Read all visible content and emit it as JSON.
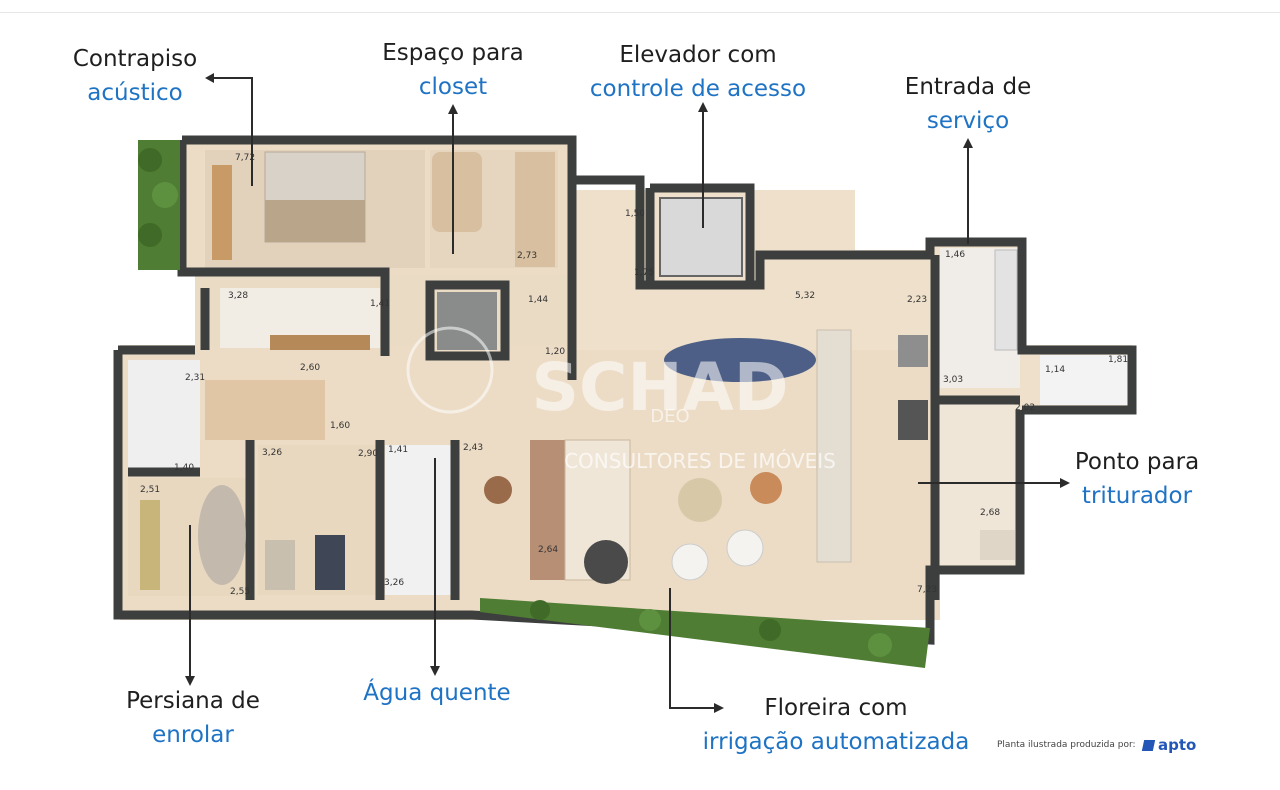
{
  "callouts": {
    "contrapiso": {
      "line1": "Contrapiso",
      "line2": "acústico"
    },
    "closet": {
      "line1": "Espaço para",
      "line2": "closet"
    },
    "elevador": {
      "line1": "Elevador com",
      "line2": "controle de acesso"
    },
    "servico": {
      "line1": "Entrada de",
      "line2": "serviço"
    },
    "triturador": {
      "line1": "Ponto para",
      "line2": "triturador"
    },
    "persiana": {
      "line1": "Persiana de",
      "line2": "enrolar"
    },
    "agua": {
      "line1": "Água quente"
    },
    "floreira": {
      "line1": "Floreira com",
      "line2": "irrigação automatizada"
    }
  },
  "dimensions": [
    "7,72",
    "2,73",
    "1,50",
    "1,75",
    "5,32",
    "2,23",
    "1,46",
    "3,03",
    "1,81",
    "1,14",
    "2,02",
    "3,28",
    "1,41",
    "1,44",
    "1,20",
    "2,31",
    "2,60",
    "1,40",
    "1,60",
    "2,43",
    "3,26",
    "2,90",
    "1,41",
    "2,51",
    "2,55",
    "3,26",
    "2,64",
    "2,68",
    "7,23"
  ],
  "watermark": {
    "brand": "SCHAD",
    "sub": "CONSULTORES DE IMÓVEIS",
    "small": "DEO"
  },
  "credit": {
    "text": "Planta ilustrada produzida por:",
    "brand": "apto"
  },
  "colors": {
    "wall": "#3d3f3f",
    "floor": "#ecdcc6",
    "wood": "#d7b38c",
    "plant": "#4f7d33",
    "accent_blue": "#1f73c4",
    "text_dark": "#1f1f1f"
  }
}
